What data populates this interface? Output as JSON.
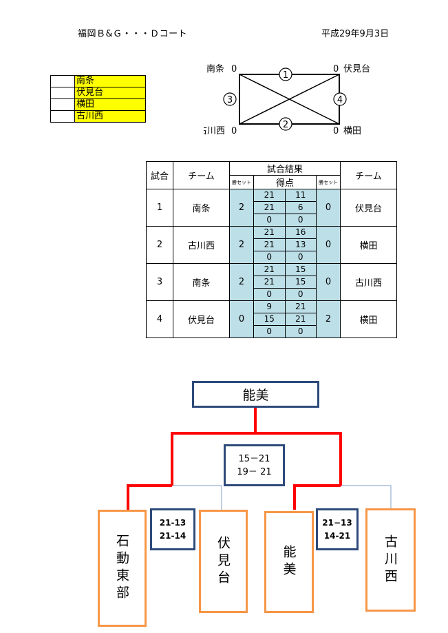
{
  "header": {
    "title": "福岡Ｂ&Ｇ・・・Ｄコート",
    "date": "平成29年9月3日"
  },
  "team_list": [
    "南条",
    "伏見台",
    "横田",
    "古川西"
  ],
  "court": {
    "top_left": "南条",
    "top_left_score": "0",
    "top_right_score": "0",
    "top_right": "伏見台",
    "bottom_left": "古川西",
    "bottom_left_score": "0",
    "bottom_right_score": "0",
    "bottom_right": "横田",
    "match_top": "1",
    "match_bottom": "2",
    "match_left": "3",
    "match_right": "4"
  },
  "results": {
    "headers": {
      "match": "試合",
      "team": "チーム",
      "result": "試合結果",
      "win_sets": "勝セット",
      "points": "得点"
    },
    "rows": [
      {
        "no": "1",
        "team_a": "南条",
        "sets_a": "2",
        "scores": [
          [
            "21",
            "11"
          ],
          [
            "21",
            "6"
          ],
          [
            "0",
            "0"
          ]
        ],
        "sets_b": "0",
        "team_b": "伏見台"
      },
      {
        "no": "2",
        "team_a": "古川西",
        "sets_a": "2",
        "scores": [
          [
            "21",
            "16"
          ],
          [
            "21",
            "13"
          ],
          [
            "0",
            "0"
          ]
        ],
        "sets_b": "0",
        "team_b": "横田"
      },
      {
        "no": "3",
        "team_a": "南条",
        "sets_a": "2",
        "scores": [
          [
            "21",
            "15"
          ],
          [
            "21",
            "15"
          ],
          [
            "0",
            "0"
          ]
        ],
        "sets_b": "0",
        "team_b": "古川西"
      },
      {
        "no": "4",
        "team_a": "伏見台",
        "sets_a": "0",
        "scores": [
          [
            "9",
            "21"
          ],
          [
            "15",
            "21"
          ],
          [
            "0",
            "0"
          ]
        ],
        "sets_b": "2",
        "team_b": "横田"
      }
    ]
  },
  "bracket": {
    "champion": "能美",
    "final_score": [
      "15－21",
      "19－ 21"
    ],
    "semi_left_score": [
      "21-13",
      "21-14"
    ],
    "semi_right_score": [
      "21−13",
      "14-21"
    ],
    "teams": [
      "石動東部",
      "伏見台",
      "能美",
      "古川西"
    ],
    "colors": {
      "navy": "#2d4a7a",
      "orange": "#f79646",
      "win_line": "#ff0000",
      "line": "#7f9fc5"
    }
  }
}
